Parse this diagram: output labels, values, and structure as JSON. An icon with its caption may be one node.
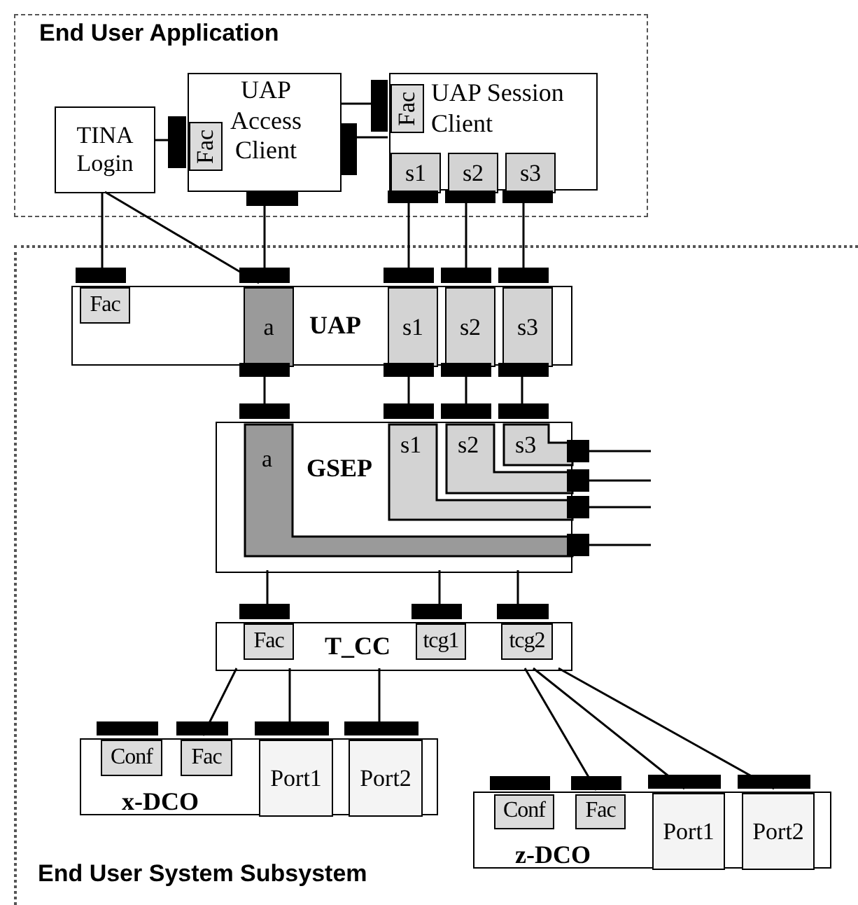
{
  "diagram": {
    "nodes": [
      {
        "text": [
          "End User Application"
        ]
      },
      {
        "text": [
          "TINA Login"
        ],
        "in": 0
      },
      {
        "text": [
          "UAP Access Client"
        ],
        "in": 0
      },
      {
        "text": [
          "Fac"
        ],
        "in": 2
      },
      {
        "text": [
          "UAP Session Client"
        ],
        "in": 0
      },
      {
        "text": [
          "Fac"
        ],
        "in": 4
      },
      {
        "text": [
          "s1"
        ],
        "in": 4
      },
      {
        "text": [
          "s2"
        ],
        "in": 4
      },
      {
        "text": [
          "s3"
        ],
        "in": 4
      },
      {
        "text": [
          "End User System Subsystem"
        ]
      },
      {
        "text": [
          "UAP"
        ],
        "in": 9
      },
      {
        "text": [
          "Fac"
        ],
        "in": 10
      },
      {
        "text": [
          "a"
        ],
        "in": 10
      },
      {
        "text": [
          "s1"
        ],
        "in": 10
      },
      {
        "text": [
          "s2"
        ],
        "in": 10
      },
      {
        "text": [
          "s3"
        ],
        "in": 10
      },
      {
        "text": [
          "GSEP"
        ],
        "in": 9
      },
      {
        "text": [
          "a"
        ],
        "in": 16
      },
      {
        "text": [
          "s1"
        ],
        "in": 16
      },
      {
        "text": [
          "s2"
        ],
        "in": 16
      },
      {
        "text": [
          "s3"
        ],
        "in": 16
      },
      {
        "text": [
          "T_CC"
        ],
        "in": 9
      },
      {
        "text": [
          "Fac"
        ],
        "in": 21
      },
      {
        "text": [
          "tcg1"
        ],
        "in": 21
      },
      {
        "text": [
          "tcg2"
        ],
        "in": 21
      },
      {
        "text": [
          "x-DCO"
        ],
        "in": 9
      },
      {
        "text": [
          "Conf"
        ],
        "in": 25
      },
      {
        "text": [
          "Fac"
        ],
        "in": 25
      },
      {
        "text": [
          "Port1"
        ],
        "in": 25
      },
      {
        "text": [
          "Port2"
        ],
        "in": 25
      },
      {
        "text": [
          "z-DCO"
        ],
        "in": 9
      },
      {
        "text": [
          "Conf"
        ],
        "in": 30
      },
      {
        "text": [
          "Fac"
        ],
        "in": 30
      },
      {
        "text": [
          "Port1"
        ],
        "in": 30
      },
      {
        "text": [
          "Port2"
        ],
        "in": 30
      }
    ],
    "edges": [
      {
        "from": 1,
        "to": 3,
        "arrow": "none"
      },
      {
        "from": 2,
        "to": 5,
        "arrow": "none"
      },
      {
        "from": 2,
        "to": 4,
        "arrow": "none"
      },
      {
        "from": 1,
        "to": 11,
        "arrow": "none"
      },
      {
        "from": 1,
        "to": 12,
        "arrow": "none"
      },
      {
        "from": 2,
        "to": 12,
        "arrow": "none"
      },
      {
        "from": 6,
        "to": 13,
        "arrow": "none"
      },
      {
        "from": 7,
        "to": 14,
        "arrow": "none"
      },
      {
        "from": 8,
        "to": 15,
        "arrow": "none"
      },
      {
        "from": 12,
        "to": 17,
        "arrow": "none"
      },
      {
        "from": 13,
        "to": 18,
        "arrow": "none"
      },
      {
        "from": 14,
        "to": 19,
        "arrow": "none"
      },
      {
        "from": 15,
        "to": 20,
        "arrow": "none"
      },
      {
        "from": 20,
        "to": null,
        "arrow": "other"
      },
      {
        "from": 19,
        "to": null,
        "arrow": "other"
      },
      {
        "from": 18,
        "to": null,
        "arrow": "other"
      },
      {
        "from": 17,
        "to": null,
        "arrow": "other"
      },
      {
        "from": 16,
        "to": 22,
        "arrow": "none"
      },
      {
        "from": 16,
        "to": 23,
        "arrow": "none"
      },
      {
        "from": 16,
        "to": 24,
        "arrow": "none"
      },
      {
        "from": 21,
        "to": 27,
        "arrow": "none"
      },
      {
        "from": 21,
        "to": 28,
        "arrow": "none"
      },
      {
        "from": 21,
        "to": 29,
        "arrow": "none"
      },
      {
        "from": 21,
        "to": 32,
        "arrow": "none"
      },
      {
        "from": 21,
        "to": 33,
        "arrow": "none"
      },
      {
        "from": 21,
        "to": 34,
        "arrow": "none"
      }
    ]
  }
}
